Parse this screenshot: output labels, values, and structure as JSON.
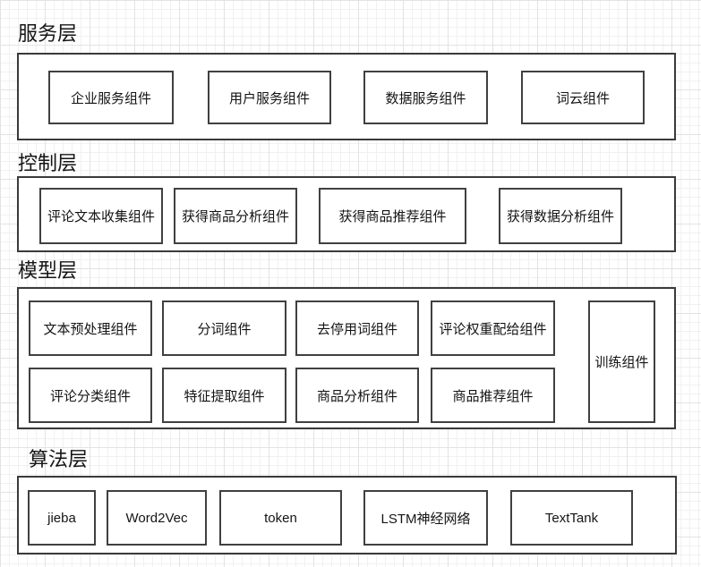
{
  "diagram": {
    "type": "layered-architecture",
    "colors": {
      "background": "#ffffff",
      "grid_minor": "#f1f1f1",
      "grid_major": "#e3e3e3",
      "shape_border": "#3a3a3a",
      "shape_fill": "#ffffff",
      "text": "#141414"
    }
  },
  "layers": [
    {
      "title": "服务层",
      "boxes": [
        {
          "label": "企业服务组件"
        },
        {
          "label": "用户服务组件"
        },
        {
          "label": "数据服务组件"
        },
        {
          "label": "词云组件"
        }
      ]
    },
    {
      "title": "控制层",
      "boxes": [
        {
          "label": "评论文本收集组件"
        },
        {
          "label": "获得商品分析组件"
        },
        {
          "label": "获得商品推荐组件"
        },
        {
          "label": "获得数据分析组件"
        }
      ]
    },
    {
      "title": "模型层",
      "boxes": [
        {
          "label": "文本预处理组件"
        },
        {
          "label": "分词组件"
        },
        {
          "label": "去停用词组件"
        },
        {
          "label": "评论权重配给组件"
        },
        {
          "label": "训练组件"
        },
        {
          "label": "评论分类组件"
        },
        {
          "label": "特征提取组件"
        },
        {
          "label": "商品分析组件"
        },
        {
          "label": "商品推荐组件"
        }
      ]
    },
    {
      "title": "算法层",
      "boxes": [
        {
          "label": "jieba"
        },
        {
          "label": "Word2Vec"
        },
        {
          "label": "token"
        },
        {
          "label": "LSTM神经网络"
        },
        {
          "label": "TextTank"
        }
      ]
    }
  ]
}
